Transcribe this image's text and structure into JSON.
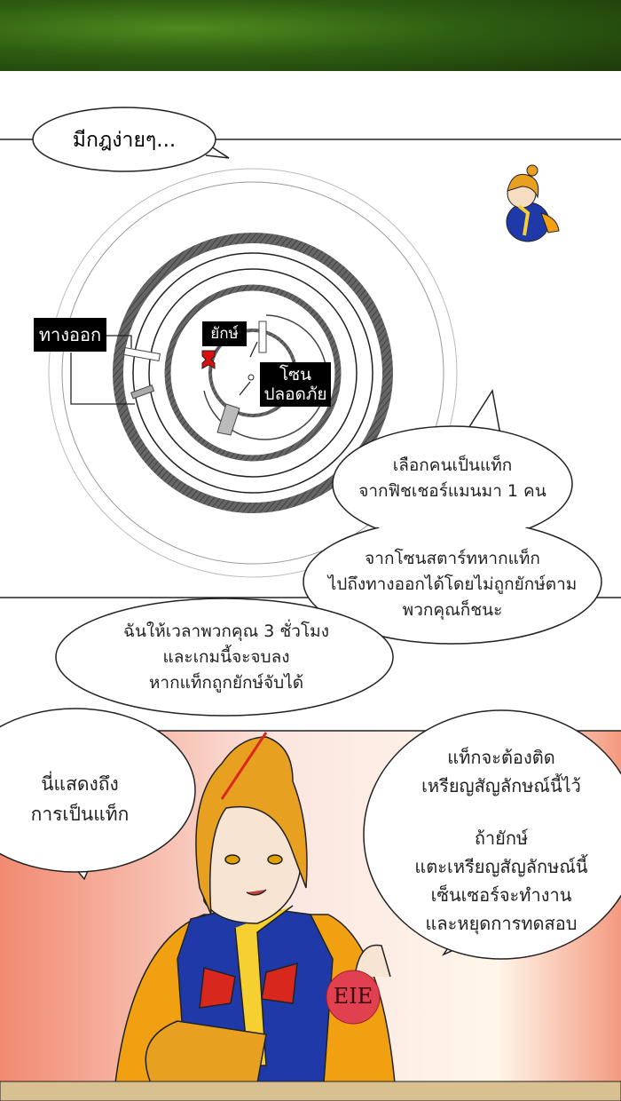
{
  "panel1": {
    "rule_bubble": "มีกฎง่ายๆ...",
    "map_labels": {
      "exit": "ทางออก",
      "giant": "ยักษ์",
      "safe_zone": "โซน\nปลอดภัย"
    },
    "bubbles": [
      "เลือกคนเป็นแท็ก\nจากฟิชเชอร์แมนมา 1 คน",
      "จากโซนสตาร์ทหากแท็ก\nไปถึงทางออกได้โดยไม่ถูกยักษ์ตาม\nพวกคุณก็ชนะ",
      "ฉันให้เวลาพวกคุณ 3 ชั่วโมง\nและเกมนี้จะจบลง\nหากแท็กถูกยักษ์จับได้"
    ]
  },
  "panel2": {
    "left_bubble": "นี่แสดงถึง\nการเป็นแท็ก",
    "right_bubble_top": "แท็กจะต้องติด\nเหรียญสัญลักษณ์นี้ไว้",
    "right_bubble_bottom": "ถ้ายักษ์\nแตะเหรียญสัญลักษณ์นี้\nเซ็นเซอร์จะทำงาน\nและหยุดการทดสอบ",
    "medal_text": "EIE"
  },
  "colors": {
    "robe": "#f0a010",
    "vest": "#1f3aa8",
    "hair": "#e8a020",
    "bow": "#d8281e",
    "medal": "#e04050"
  }
}
